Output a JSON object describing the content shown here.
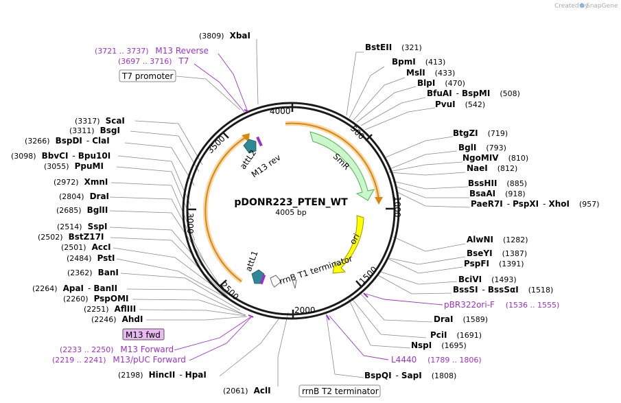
{
  "plasmid": {
    "name": "pDONR223_PTEN_WT",
    "length_label": "4005 bp"
  },
  "credit": {
    "created_by": "Created by",
    "brand": "SnapGene"
  },
  "ticks": [
    "4000",
    "500",
    "1000",
    "1500",
    "2000",
    "2500",
    "3000",
    "3500"
  ],
  "features": {
    "SmR": "SmR",
    "ori": "ori",
    "attL2": "attL2",
    "attL1": "attL1",
    "rrnB_T1": "rrnB T1 terminator",
    "M13_rev": "M13 rev"
  },
  "boxed_features": {
    "t7_promoter": "T7 promoter",
    "rrnb_t2": "rrnB T2 terminator",
    "m13_fwd": "M13 fwd"
  },
  "primers": {
    "m13_reverse": {
      "range": "(3721 .. 3737)",
      "name": "M13 Reverse"
    },
    "t7": {
      "range": "(3697 .. 3716)",
      "name": "T7"
    },
    "pbr322": {
      "name": "pBR322ori-F",
      "range": "(1536 .. 1555)"
    },
    "l4440": {
      "name": "L4440",
      "range": "(1789 .. 1806)"
    },
    "m13_forward": {
      "range": "(2233 .. 2250)",
      "name": "M13 Forward"
    },
    "m13_puc": {
      "range": "(2219 .. 2241)",
      "name": "M13/pUC Forward"
    }
  },
  "sites": {
    "xbaI": {
      "pos": "(3809)",
      "name": "XbaI"
    },
    "bstEII": {
      "name": "BstEII",
      "pos": "(321)"
    },
    "bpmI": {
      "name": "BpmI",
      "pos": "(413)"
    },
    "mslI": {
      "name": "MslI",
      "pos": "(433)"
    },
    "blpI": {
      "name": "BlpI",
      "pos": "(470)"
    },
    "bfuAI": {
      "name": "BfuAI",
      "sep": "-",
      "name2": "BspMI",
      "pos": "(508)"
    },
    "pvuI": {
      "name": "PvuI",
      "pos": "(542)"
    },
    "btgZI": {
      "name": "BtgZI",
      "pos": "(719)"
    },
    "bglI": {
      "name": "BglI",
      "pos": "(793)"
    },
    "ngoMIV": {
      "name": "NgoMIV",
      "pos": "(810)"
    },
    "naeI": {
      "name": "NaeI",
      "pos": "(812)"
    },
    "bssHII": {
      "name": "BssHII",
      "pos": "(885)"
    },
    "bsaAI": {
      "name": "BsaAI",
      "pos": "(918)"
    },
    "paeR7I": {
      "name": "PaeR7I",
      "sep": "-",
      "name2": "PspXI",
      "sep2": "-",
      "name3": "XhoI",
      "pos": "(957)"
    },
    "alwNI": {
      "name": "AlwNI",
      "pos": "(1282)"
    },
    "bseYI": {
      "name": "BseYI",
      "pos": "(1387)"
    },
    "pspFI": {
      "name": "PspFI",
      "pos": "(1391)"
    },
    "bciVI": {
      "name": "BciVI",
      "pos": "(1493)"
    },
    "bssSI": {
      "name": "BssSI",
      "sep": "-",
      "name2": "BssSαI",
      "pos": "(1518)"
    },
    "draI": {
      "name": "DraI",
      "pos": "(1589)"
    },
    "pciI": {
      "name": "PciI",
      "pos": "(1691)"
    },
    "nspI": {
      "name": "NspI",
      "pos": "(1695)"
    },
    "bspQI": {
      "name": "BspQI",
      "sep": "-",
      "name2": "SapI",
      "pos": "(1808)"
    },
    "aclI": {
      "pos": "(2061)",
      "name": "AclI"
    },
    "hincII": {
      "pos": "(2198)",
      "name": "HincII",
      "sep": "-",
      "name2": "HpaI"
    },
    "ahdI": {
      "pos": "(2246)",
      "name": "AhdI"
    },
    "aflIII": {
      "pos": "(2251)",
      "name": "AflIII"
    },
    "pspOMI": {
      "pos": "(2260)",
      "name": "PspOMI"
    },
    "apaI": {
      "pos": "(2264)",
      "name": "ApaI",
      "sep": "-",
      "name2": "BanII"
    },
    "banI": {
      "pos": "(2362)",
      "name": "BanI"
    },
    "pstI": {
      "pos": "(2484)",
      "name": "PstI"
    },
    "accI": {
      "pos": "(2501)",
      "name": "AccI"
    },
    "bstZ17I": {
      "pos": "(2502)",
      "name": "BstZ17I"
    },
    "sspI": {
      "pos": "(2514)",
      "name": "SspI"
    },
    "bglII": {
      "pos": "(2685)",
      "name": "BglII"
    },
    "draI2": {
      "pos": "(2804)",
      "name": "DraI"
    },
    "xmnI": {
      "pos": "(2972)",
      "name": "XmnI"
    },
    "ppuMI": {
      "pos": "(3055)",
      "name": "PpuMI"
    },
    "bbvCI": {
      "pos": "(3098)",
      "name": "BbvCI",
      "sep": "-",
      "name2": "Bpu10I"
    },
    "bspDI": {
      "pos": "(3266)",
      "name": "BspDI",
      "sep": "-",
      "name2": "ClaI"
    },
    "bsgI": {
      "pos": "(3311)",
      "name": "BsgI"
    },
    "scaI": {
      "pos": "(3317)",
      "name": "ScaI"
    }
  }
}
